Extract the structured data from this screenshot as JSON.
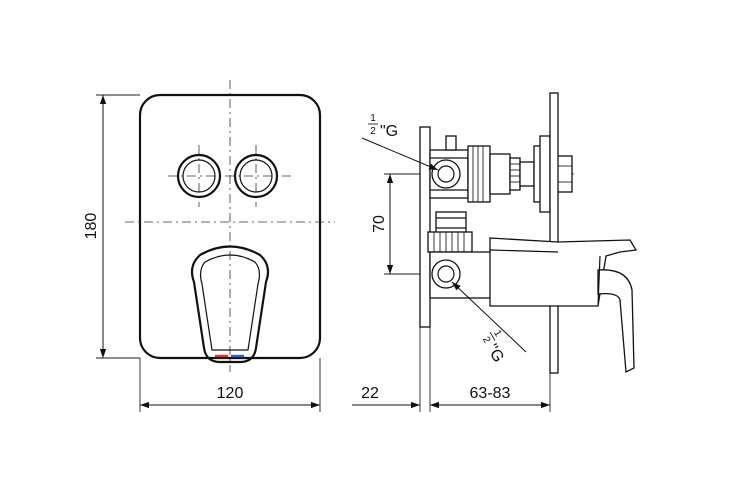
{
  "dimensions": {
    "height": "180",
    "width": "120",
    "spacing": "70",
    "depth_front": "22",
    "depth_range": "63-83"
  },
  "thread_top": {
    "fraction_num": "1",
    "fraction_den": "2",
    "suffix": "\"G"
  },
  "thread_bottom": {
    "fraction_num": "1",
    "fraction_den": "2",
    "suffix": "\"G"
  },
  "indicator_colors": {
    "hot": "#e03030",
    "cold": "#3060d0"
  }
}
